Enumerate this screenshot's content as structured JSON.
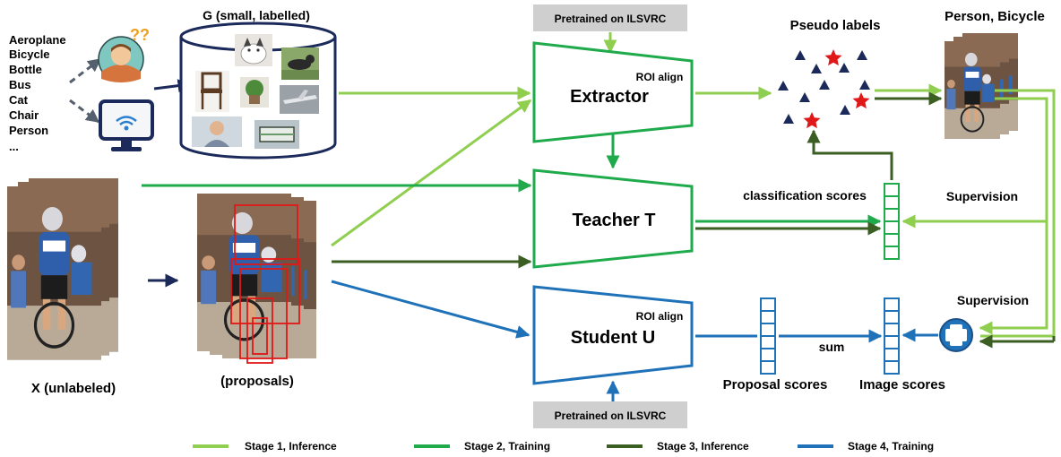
{
  "dataset_g": {
    "title": "G (small, labelled)"
  },
  "categories": [
    "Aeroplane",
    "Bicycle",
    "Bottle",
    "Bus",
    "Cat",
    "Chair",
    "Person",
    "..."
  ],
  "labels": {
    "x_unlabeled": "X (unlabeled)",
    "proposals": "(proposals)",
    "pretrained_top": "Pretrained on ILSVRC",
    "pretrained_bottom": "Pretrained on ILSVRC",
    "extractor": "Extractor",
    "extractor_roi": "ROI align",
    "teacher": "Teacher T",
    "student": "Student U",
    "student_roi": "ROI align",
    "pseudo_labels": "Pseudo labels",
    "person_bicycle": "Person, Bicycle",
    "classification_scores": "classification scores",
    "supervision_top": "Supervision",
    "supervision_bottom": "Supervision",
    "sum": "sum",
    "proposal_scores": "Proposal scores",
    "image_scores": "Image scores"
  },
  "legend": [
    {
      "label": "Stage 1, Inference",
      "color": "#8fce4f"
    },
    {
      "label": "Stage 2, Training",
      "color": "#1faa4b"
    },
    {
      "label": "Stage 3, Inference",
      "color": "#3b5e23"
    },
    {
      "label": "Stage 4, Training",
      "color": "#1f72b8"
    }
  ],
  "colors": {
    "stage1": "#8fce4f",
    "stage2": "#1faa4b",
    "stage3": "#3b5e23",
    "stage4": "#1f72b8",
    "navy": "#1b2a5a",
    "gray_box": "#cfcfcf",
    "star": "#e01818"
  }
}
